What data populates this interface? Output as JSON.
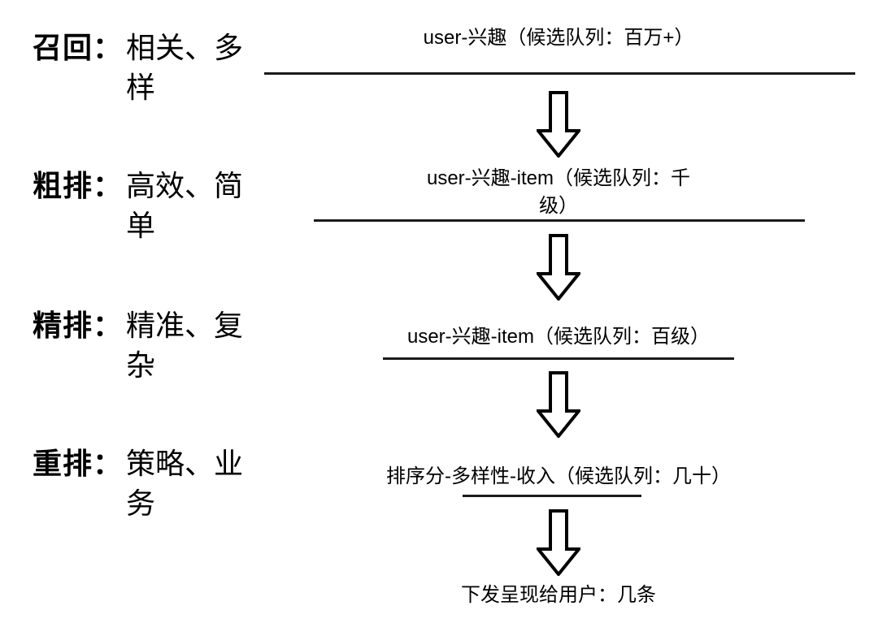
{
  "labels": [
    {
      "term": "召回：",
      "desc": "相关、多样"
    },
    {
      "term": "粗排：",
      "desc": "高效、简单"
    },
    {
      "term": "精排：",
      "desc": "精准、复杂"
    },
    {
      "term": "重排：",
      "desc": "策略、业务"
    }
  ],
  "flow": {
    "stage1": "user-兴趣（候选队列：百万+）",
    "stage2_line1": "user-兴趣-item（候选队列：千",
    "stage2_line2": "级）",
    "stage3": "user-兴趣-item（候选队列：百级）",
    "stage4": "排序分-多样性-收入（候选队列：几十）",
    "output": "下发呈现给用户：几条"
  },
  "colors": {
    "text": "#000000",
    "line": "#1a1a1a",
    "background": "#ffffff"
  }
}
